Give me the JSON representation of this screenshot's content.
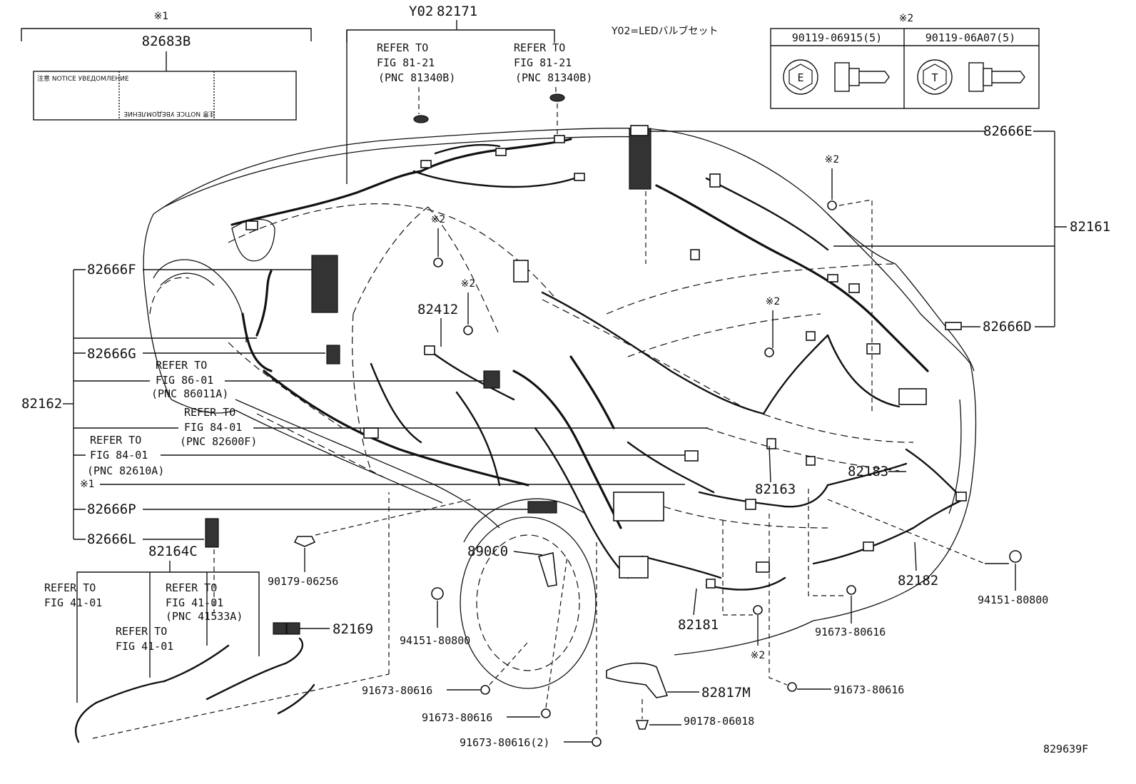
{
  "diagram_id": "829639F",
  "notes": {
    "mark1": "※1",
    "mark2": "※2",
    "y02_note": "Y02=LEDバルブセット"
  },
  "notice_label": {
    "part": "82683B",
    "text_top": "注意 NOTICE УВЕДОМЛЕНИЕ",
    "text_bottom": "注意 NOTICE УВЕДОМЛЕНИЕ"
  },
  "bolt_table": {
    "col1": "90119-06915(5)",
    "col2": "90119-06A07(5)",
    "col1_mark": "E",
    "col2_mark": "T"
  },
  "parts": {
    "y02": "Y02",
    "p82171": "82171",
    "p82666E": "82666E",
    "p82161": "82161",
    "p82666D": "82666D",
    "p82666F": "82666F",
    "p82412": "82412",
    "p82666G": "82666G",
    "p82162": "82162",
    "p82666P": "82666P",
    "p82666L": "82666L",
    "p82164C": "82164C",
    "p82169": "82169",
    "p890C0": "890C0",
    "p82183": "82183",
    "p82163": "82163",
    "p82182": "82182",
    "p82181": "82181",
    "p82817M": "82817M",
    "p90179_06256": "90179-06256",
    "p94151_80800_a": "94151-80800",
    "p94151_80800_b": "94151-80800",
    "p91673_80616_a": "91673-80616",
    "p91673_80616_b": "91673-80616",
    "p91673_80616_c": "91673-80616",
    "p91673_80616_d": "91673-80616",
    "p91673_80616_2": "91673-80616(2)",
    "p90178_06018": "90178-06018"
  },
  "refs": {
    "r1_l1": "REFER TO",
    "r1_l2": "FIG 81-21",
    "r1_l3": "(PNC 81340B)",
    "r2_l1": "REFER TO",
    "r2_l2": "FIG 81-21",
    "r2_l3": "(PNC 81340B)",
    "r3_l1": "REFER TO",
    "r3_l2": "FIG 86-01",
    "r3_l3": "(PNC 86011A)",
    "r4_l1": "REFER TO",
    "r4_l2": "FIG 84-01",
    "r4_l3": "(PNC 82600F)",
    "r5_l1": "REFER TO",
    "r5_l2": "FIG 84-01",
    "r5_l3": "(PNC 82610A)",
    "r6_l1": "REFER TO",
    "r6_l2": "FIG 41-01",
    "r7_l1": "REFER TO",
    "r7_l2": "FIG 41-01",
    "r7_l3": "(PNC 41533A)",
    "r8_l1": "REFER TO",
    "r8_l2": "FIG 41-01"
  }
}
